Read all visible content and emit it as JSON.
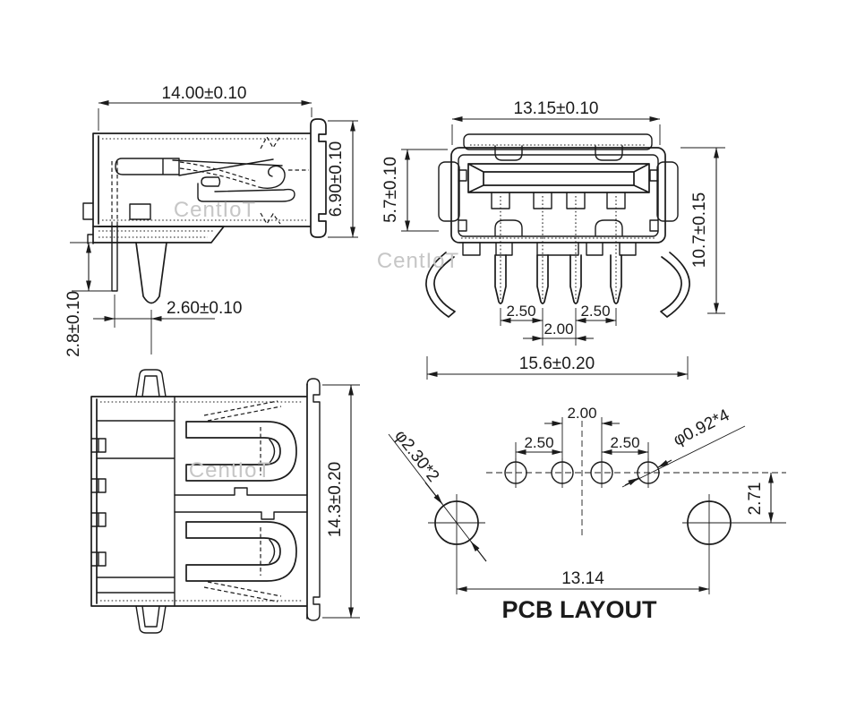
{
  "colors": {
    "ink": "#1b1b1b",
    "watermark": "#c6c6c6"
  },
  "watermark": {
    "text": "CentIoT"
  },
  "side_view": {
    "width": "14.00±0.10",
    "height": "6.90±0.10",
    "pin_offset": "2.60±0.10",
    "pin_protrusion": "2.8±0.10"
  },
  "front_view": {
    "width": "13.15±0.10",
    "shell_height": "5.7±0.10",
    "overall_height": "10.7±0.15",
    "pitch_left": "2.50",
    "pitch_center": "2.00",
    "pitch_right": "2.50",
    "leg_span": "15.6±0.20"
  },
  "top_view": {
    "depth": "14.3±0.20"
  },
  "pcb_layout": {
    "title": "PCB LAYOUT",
    "pitch_center": "2.00",
    "pitch_left": "2.50",
    "pitch_right": "2.50",
    "large_hole": "φ2.30*2",
    "small_hole": "φ0.92*4",
    "row_offset": "2.71",
    "mount_span": "13.14"
  }
}
